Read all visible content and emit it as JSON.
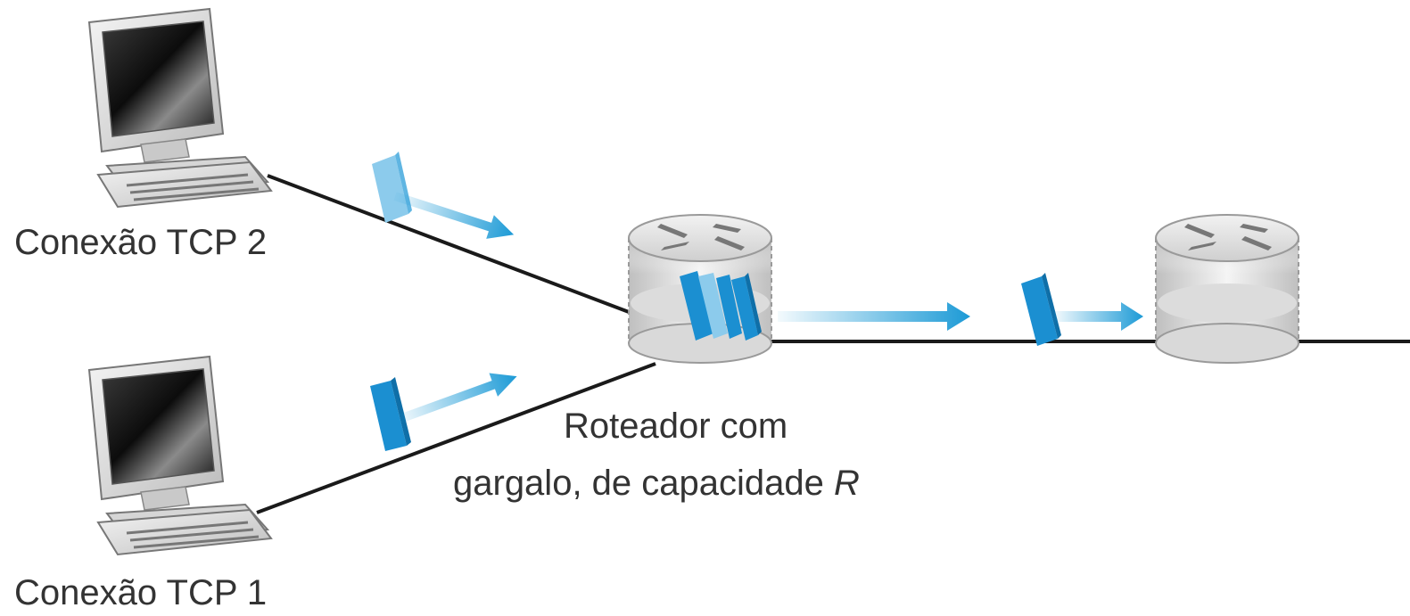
{
  "labels": {
    "tcp2": "Conexão TCP 2",
    "tcp1": "Conexão TCP 1",
    "router_line1": "Roteador com",
    "router_line2_prefix": "gargalo, de capacidade ",
    "router_line2_var": "R"
  },
  "colors": {
    "link": "#1a1a1a",
    "packet_dark": "#1b8fd1",
    "packet_light": "#8ccbec",
    "arrow": "#1c9ad6",
    "label_text": "#333333"
  },
  "icons": {
    "host": "computer-icon",
    "router": "router-icon",
    "arrow": "arrow-right-icon",
    "packet": "packet-icon"
  }
}
